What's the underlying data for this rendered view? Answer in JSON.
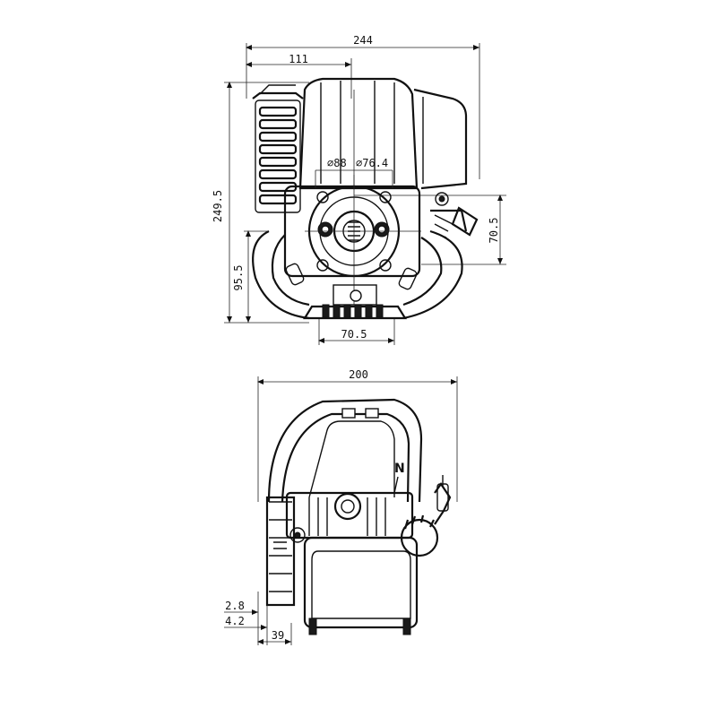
{
  "top_view": {
    "dims": {
      "overall_width": "244",
      "half_width": "111",
      "total_height": "249.5",
      "lower_height": "95.5",
      "side_height": "70.5",
      "base_width": "70.5",
      "diameter_outer": "⌀88",
      "diameter_inner": "⌀76.4"
    }
  },
  "side_view": {
    "dims": {
      "overall_width": "200",
      "offset_a": "2.8",
      "offset_b": "4.2",
      "offset_c": "39"
    },
    "direction_letter": "N"
  }
}
